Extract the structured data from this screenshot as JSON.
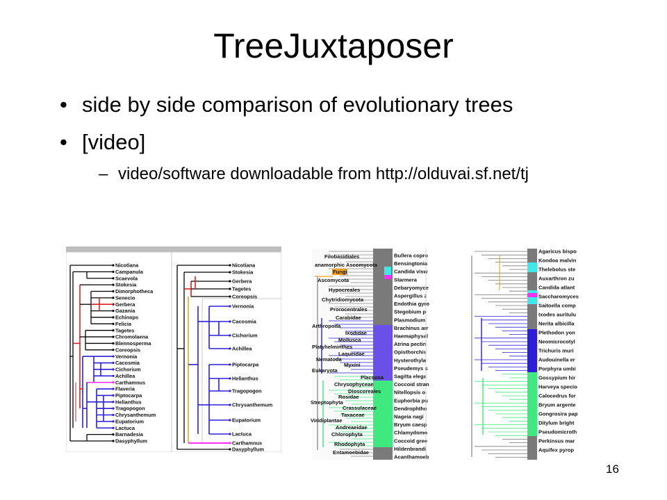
{
  "slide": {
    "title": "TreeJuxtaposer",
    "bullets": [
      "side by side comparison of evolutionary trees",
      "[video]"
    ],
    "sub_bullet": "video/software downloadable from http://olduvai.sf.net/tj",
    "page_number": "16"
  },
  "tree1": {
    "left_leaves": [
      "Nicotiana",
      "Campanula",
      "Scaevola",
      "Stokesia",
      "Dimorphotheca",
      "Senecio",
      "Gerbera",
      "Gazania",
      "Echinops",
      "Felicia",
      "Tagetes",
      "Chromolaena",
      "Blennosperma",
      "Coreopsis",
      "Vernonia",
      "Cacosmia",
      "Cichorium",
      "Achillea",
      "Carthamnus",
      "Flaveria",
      "Piptocarpa",
      "Helianthus",
      "Tragopogon",
      "Chrysanthemum",
      "Eupatorium",
      "Lactuca",
      "Barnadesia",
      "Dasyphyllum"
    ],
    "right_leaves": [
      "Nicotiana",
      "Stokesia",
      "Gerbera",
      "Tagetes",
      "Coreopsis",
      "Vernonia",
      "Cacosmia",
      "Cichorium",
      "Achillea",
      "Piptocarpa",
      "Helianthus",
      "Tragopogon",
      "Chrysanthemum",
      "Eupatorium",
      "Lactuca",
      "Carthamnus",
      "Dasyphyllum"
    ]
  },
  "tree2": {
    "clades": [
      "Filobasidiales",
      "anamorphic Ascomycota",
      "Fungi",
      "Ascomycota",
      "Hypocreales",
      "Chytridiomycota",
      "Prorocentrales",
      "Carabidae",
      "Arthropoda",
      "Ixodidae",
      "Mollusca",
      "Platyhelminthes",
      "Laqueidae",
      "Nematoda",
      "Myxini",
      "Eukaryota",
      "Placozoa",
      "Chrysophyceae",
      "Dioscoreales",
      "Rosidae",
      "Streptophyta",
      "Crassulaceae",
      "Taxaceae",
      "Viridiplantae",
      "Andreaeidae",
      "Chlorophyta",
      "Rhodophyta",
      "Entamoebidae"
    ],
    "mid_leaves": [
      "Bullera copro",
      "Bensingtonia",
      "Candida visw",
      "Starmera",
      "Debaryomyce",
      "Aspergillus z",
      "Endothia gyro",
      "Stegobium p",
      "Plasmodium",
      "Brachinus arr",
      "Haemaphysal",
      "Atrina pectin",
      "Opisthorchis",
      "Hysterothyla",
      "Pseudemys s",
      "Sagitta elega",
      "Coccoid stran",
      "Nitellopsis o",
      "Euphorbia pu",
      "Dendrophtho",
      "Nageia nagi",
      "Bryum caesp",
      "Chlamydomo",
      "Coccoid gree",
      "Hildenbrandi",
      "Acanthamoeb"
    ],
    "right_leaves": [
      "Agaricus bispo",
      "Kondoa malvin",
      "Thelebolus ste",
      "Auxarthron zu",
      "Candida atlant",
      "Saccharomyces",
      "Saitoella comp",
      "Ixodes auritulu",
      "Nerita albicilla",
      "Plethodon yon",
      "Neomicrocotyl",
      "Trichuris muri",
      "Audouinella er",
      "Porphyra umbi",
      "Gossypium hir",
      "Harveya specio",
      "Calocedrus for",
      "Bryum argente",
      "Gongrosira pap",
      "Ditylum bright",
      "Pseudomicroth",
      "Perkinsus mar",
      "Aquifex pyrop"
    ]
  },
  "colors": {
    "red": "#e02020",
    "blue": "#2a1ed8",
    "orange": "#f0a020",
    "magenta": "#ff30ff",
    "cyan": "#40e8e8",
    "purple": "#6a50e8",
    "green": "#40e880",
    "gray": "#7a7a7a"
  }
}
